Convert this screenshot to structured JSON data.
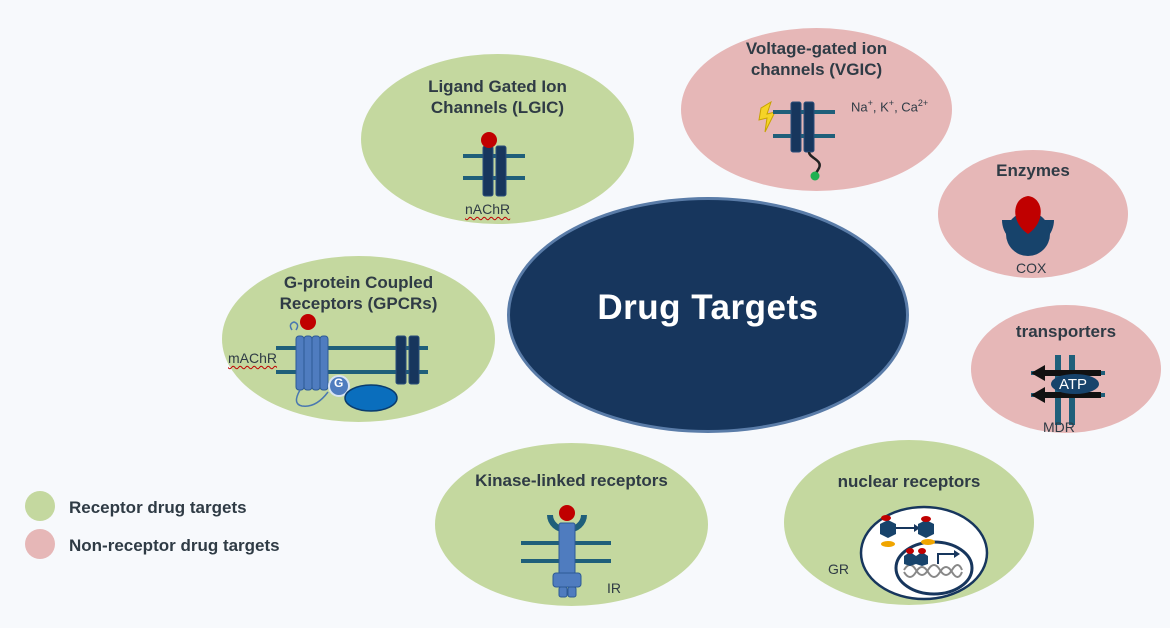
{
  "center": {
    "title": "Drug Targets"
  },
  "nodes": {
    "lgic": {
      "title": "Ligand Gated Ion Channels (LGIC)",
      "example": "nAChR"
    },
    "vgic": {
      "title": "Voltage-gated ion channels (VGIC)",
      "ions_base": "Na",
      "ions_sup1": "+",
      "ions_sep1": ", K",
      "ions_sup2": "+",
      "ions_sep2": ", Ca",
      "ions_sup3": "2+"
    },
    "enzymes": {
      "title": "Enzymes",
      "example": "COX"
    },
    "transporters": {
      "title": "transporters",
      "example": "MDR",
      "atp": "ATP"
    },
    "gpcr": {
      "title": "G-protein Coupled Receptors (GPCRs)",
      "example": "mAChR",
      "g": "G"
    },
    "kinase": {
      "title": "Kinase-linked receptors",
      "example": "IR"
    },
    "nuclear": {
      "title": "nuclear receptors",
      "example": "GR"
    }
  },
  "legend": [
    {
      "label": "Receptor drug targets",
      "color": "#c4d89f"
    },
    {
      "label": "Non-receptor drug targets",
      "color": "#e6b7b7"
    }
  ],
  "colors": {
    "receptor": "#c4d89f",
    "non_receptor": "#e6b7b7",
    "center": "#17365d",
    "membrane": "#1f5f7a",
    "ligand": "#c00000"
  }
}
